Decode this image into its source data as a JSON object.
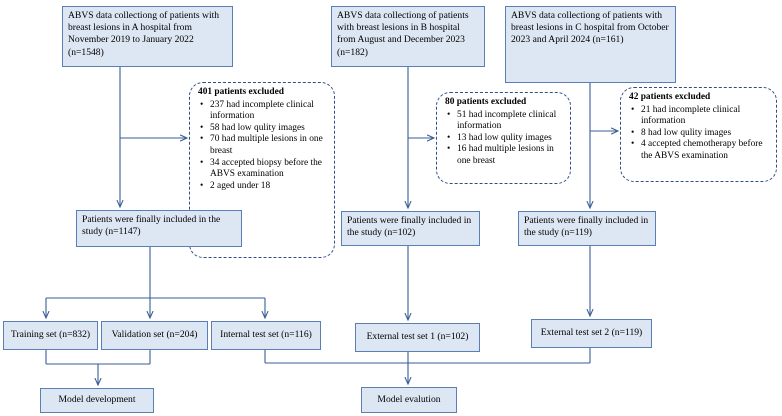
{
  "sources": {
    "a": "ABVS data collectiong of patients with breast lesions in A hospital from November 2019  to January 2022 (n=1548)",
    "b": "ABVS  data collectiong of patients with breast lesions in B hospital from August  and December 2023 (n=182)",
    "c": "ABVS data collectiong of patients with breast lesions in C hospital from October 2023 and April 2024 (n=161)"
  },
  "exclusions": {
    "a": {
      "heading": "401 patients excluded",
      "items": [
        "237 had incomplete clinical information",
        "58 had low qulity images",
        "70 had  multiple lesions in one breast",
        "34 accepted biopsy before the ABVS examination",
        "2 aged under 18"
      ]
    },
    "b": {
      "heading": "80 patients excluded",
      "items": [
        "51 had incomplete clinical information",
        "13 had low qulity images",
        "16 had  multiple lesions in one breast"
      ]
    },
    "c": {
      "heading": "42 patients excluded",
      "items": [
        "21 had incomplete clinical information",
        "8 had low qulity images",
        "4 accepted chemotherapy before the ABVS examination"
      ]
    }
  },
  "included": {
    "a": "Patients  were finally included in the study (n=1147)",
    "b": "Patients  were finally included in the study (n=102)",
    "c": "Patients  were finally included in the study (n=119)"
  },
  "sets": {
    "training": "Training set (n=832)",
    "validation": "Validation set (n=204)",
    "internal_test": "Internal test set (n=116)",
    "external_test_1": "External test set 1 (n=102)",
    "external_test_2": "External test set 2 (n=119)"
  },
  "outcomes": {
    "development": "Model development",
    "evaluation": "Model evalution"
  },
  "colors": {
    "box_fill": "#dde6f3",
    "box_border": "#5b7fb5",
    "connector": "#3a5f95",
    "dashed_border": "#2d4f86"
  }
}
